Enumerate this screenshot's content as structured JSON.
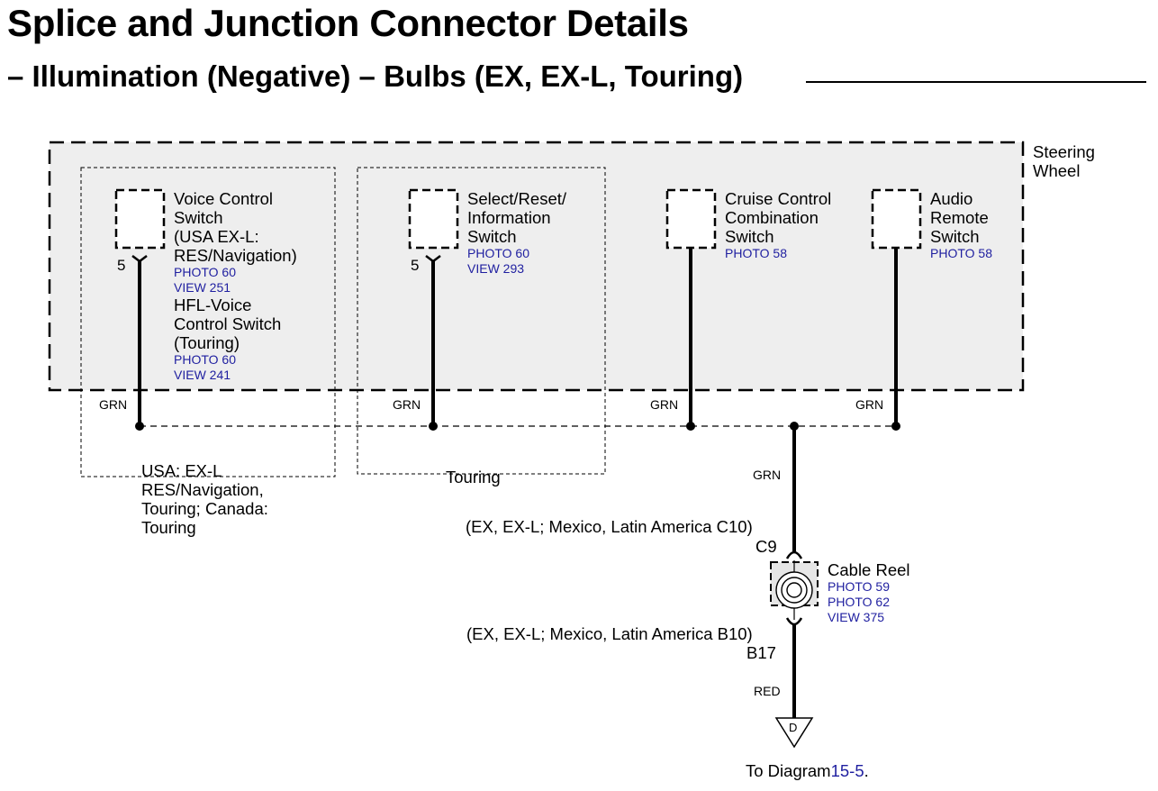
{
  "header": {
    "title": "Splice and Junction Connector Details",
    "subtitle": "– Illumination (Negative) – Bulbs (EX, EX-L, Touring)"
  },
  "steering_wheel": {
    "label_1": "Steering",
    "label_2": "Wheel"
  },
  "components": {
    "voice_control": {
      "l1": "Voice Control",
      "l2": "Switch",
      "l3": "(USA EX-L:",
      "l4": "RES/Navigation)",
      "photo": "PHOTO 60",
      "view": "VIEW 251",
      "alt1": "HFL-Voice",
      "alt2": "Control Switch",
      "alt3": "(Touring)",
      "alt_photo": "PHOTO 60",
      "alt_view": "VIEW 241",
      "pin": "5",
      "wire": "GRN"
    },
    "select_reset": {
      "l1": "Select/Reset/",
      "l2": "Information",
      "l3": "Switch",
      "photo": "PHOTO 60",
      "view": "VIEW 293",
      "pin": "5",
      "wire": "GRN"
    },
    "cruise_control": {
      "l1": "Cruise Control",
      "l2": "Combination",
      "l3": "Switch",
      "photo": "PHOTO 58",
      "wire": "GRN"
    },
    "audio_remote": {
      "l1": "Audio",
      "l2": "Remote",
      "l3": "Switch",
      "photo": "PHOTO 58",
      "wire": "GRN"
    }
  },
  "notes": {
    "usa_1": "USA: EX-L",
    "usa_2": "RES/Navigation,",
    "usa_3": "Touring; Canada:",
    "usa_4": "Touring",
    "touring": "Touring"
  },
  "cable_reel": {
    "wire_in": "GRN",
    "conn_top_note": "(EX, EX-L; Mexico, Latin America C10)",
    "conn_top": "C9",
    "label": "Cable Reel",
    "photo1": "PHOTO 59",
    "photo2": "PHOTO 62",
    "view": "VIEW 375",
    "conn_bottom_note": "(EX, EX-L; Mexico, Latin America B10)",
    "conn_bottom": "B17",
    "wire_out": "RED",
    "ground_letter": "D"
  },
  "footer": {
    "to_diagram": "To Diagram",
    "page_ref": "15-5",
    "period": "."
  }
}
